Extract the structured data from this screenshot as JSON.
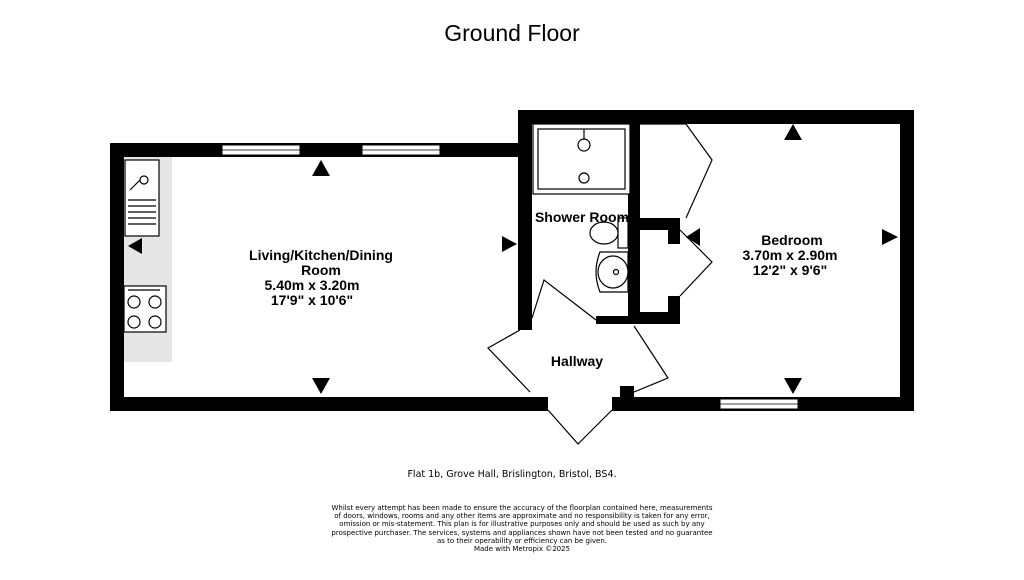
{
  "title": "Ground Floor",
  "rooms": {
    "living": {
      "name_line1": "Living/Kitchen/Dining",
      "name_line2": "Room",
      "metric": "5.40m  x 3.20m",
      "imperial": "17'9\"  x 10'6\""
    },
    "shower": {
      "name": "Shower Room"
    },
    "bedroom": {
      "name": "Bedroom",
      "metric": "3.70m  x 2.90m",
      "imperial": "12'2\"  x 9'6\""
    },
    "hallway": {
      "name": "Hallway"
    }
  },
  "address": "Flat 1b, Grove Hall, Brislington, Bristol, BS4.",
  "disclaimer": [
    "Whilst every attempt has been made to ensure the accuracy of the floorplan contained here, measurements",
    "of doors, windows, rooms and any other items are approximate and no responsibility is taken for any error,",
    "omission or mis-statement. This plan is for illustrative purposes only and should be used as such by any",
    "prospective purchaser. The services, systems and appliances shown have not been tested and no guarantee",
    "as to their operability or efficiency can be given.",
    "Made with Metropix ©2025"
  ]
}
